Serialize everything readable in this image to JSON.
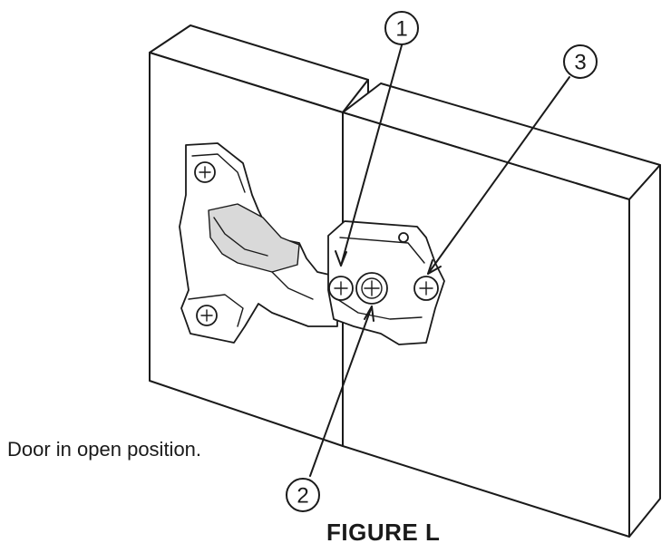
{
  "caption": "Door in open position.",
  "figure_title": "FIGURE L",
  "callouts": [
    {
      "number": "1"
    },
    {
      "number": "2"
    },
    {
      "number": "3"
    }
  ]
}
